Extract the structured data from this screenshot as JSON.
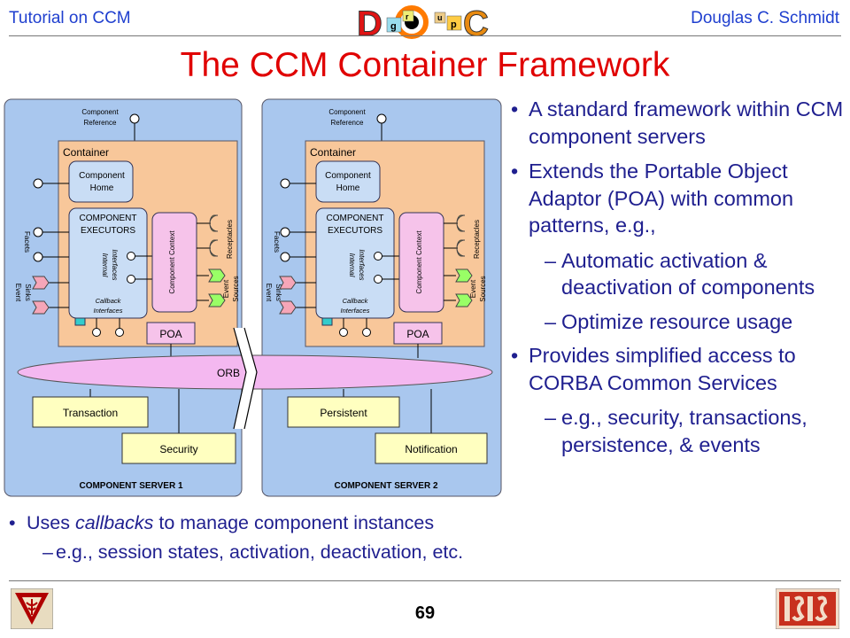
{
  "header": {
    "left": "Tutorial on CCM",
    "right": "Douglas C. Schmidt",
    "logo_text": "DOC group"
  },
  "title": "The CCM Container Framework",
  "diagram": {
    "server1": {
      "label": "COMPONENT SERVER 1",
      "component_reference": [
        "Component",
        "Reference"
      ],
      "container": "Container",
      "component_home": [
        "Component",
        "Home"
      ],
      "executors": [
        "COMPONENT",
        "EXECUTORS"
      ],
      "internal_interfaces": [
        "Internal",
        "Interfaces"
      ],
      "callback_interfaces": [
        "Callback",
        "Interfaces"
      ],
      "component_context": "Component Context",
      "facets": "Facets",
      "event_sinks": [
        "Event",
        "Sinks"
      ],
      "receptacles": "Receptacles",
      "event_sources": [
        "Event",
        "Sources"
      ],
      "poa": "POA",
      "service_a": "Transaction",
      "service_b": "Security"
    },
    "server2": {
      "label": "COMPONENT SERVER 2",
      "component_reference": [
        "Component",
        "Reference"
      ],
      "container": "Container",
      "component_home": [
        "Component",
        "Home"
      ],
      "executors": [
        "COMPONENT",
        "EXECUTORS"
      ],
      "internal_interfaces": [
        "Internal",
        "Interfaces"
      ],
      "callback_interfaces": [
        "Callback",
        "Interfaces"
      ],
      "component_context": "Component Context",
      "facets": "Facets",
      "event_sinks": [
        "Event",
        "Sinks"
      ],
      "receptacles": "Receptacles",
      "event_sources": [
        "Event",
        "Sources"
      ],
      "poa": "POA",
      "service_a": "Persistent",
      "service_b": "Notification"
    },
    "orb": "ORB"
  },
  "right_bullets": {
    "b1": "A standard framework within CCM component servers",
    "b2": "Extends the Portable Object Adaptor (POA) with common patterns, e.g.,",
    "b2_sub1": "Automatic activation & deactivation of components",
    "b2_sub2": "Optimize resource usage",
    "b3": "Provides simplified access to CORBA Common Services",
    "b3_sub1": "e.g., security, transactions, persistence, & events"
  },
  "bottom_bullets": {
    "b1_pre": "Uses ",
    "b1_em": "callbacks",
    "b1_post": " to manage component instances",
    "b1_sub1": "e.g., session states, activation, deactivation, etc."
  },
  "footer": {
    "page_number": "69"
  },
  "colors": {
    "header_blue": "#1f3fcf",
    "title_red": "#e00000",
    "server_blue": "#a9c7ee",
    "container_orange": "#f8c79a",
    "executor_blue": "#c9ddf5",
    "context_pink": "#f6c3ea",
    "orb_pink": "#f4b8f0",
    "service_yellow": "#ffffc0",
    "facet_yellow": "#ffff66",
    "sink_pink": "#f6a6b8",
    "source_green": "#99ff66",
    "text_navy": "#1f1f8f"
  }
}
